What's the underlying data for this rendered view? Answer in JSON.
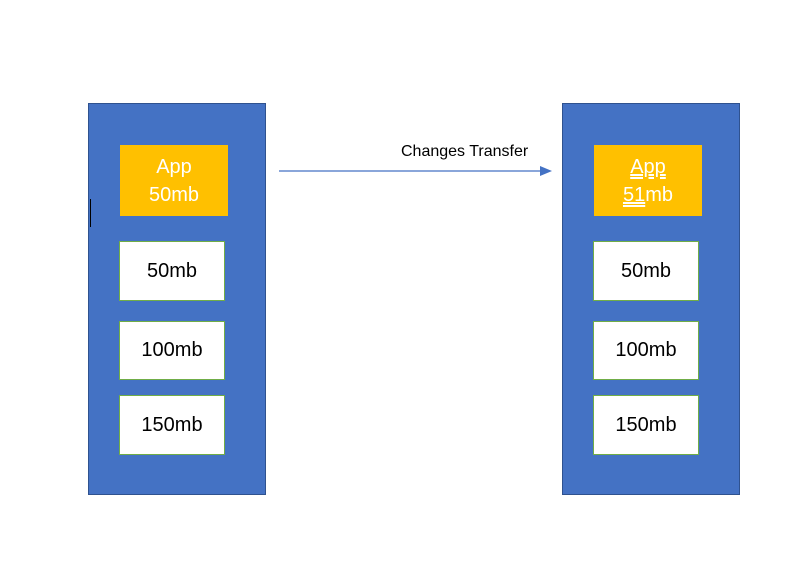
{
  "left_column": {
    "app_label": "App",
    "app_size": "50mb",
    "layers": [
      "50mb",
      "100mb",
      "150mb"
    ]
  },
  "arrow": {
    "label": "Changes Transfer"
  },
  "right_column": {
    "app_label": "App",
    "app_size_prefix": "51",
    "app_size_suffix": "mb",
    "layers": [
      "50mb",
      "100mb",
      "150mb"
    ]
  },
  "colors": {
    "column_fill": "#4472C4",
    "app_fill": "#FFC000",
    "layer_border": "#70AD47",
    "arrow": "#4472C4"
  }
}
